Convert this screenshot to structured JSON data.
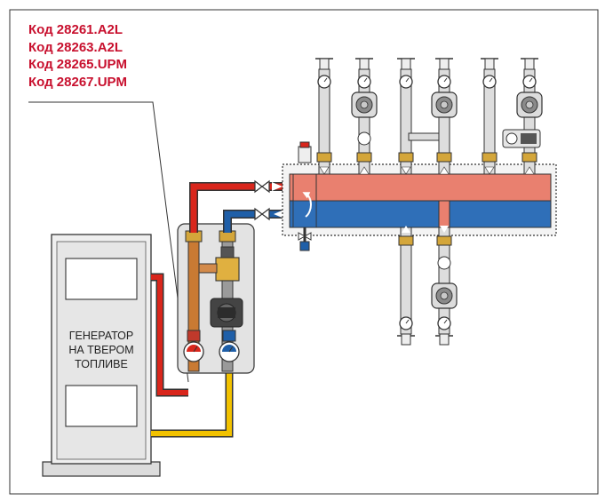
{
  "codes": [
    "Код 28261.A2L",
    "Код 28263.A2L",
    "Код 28265.UPM",
    "Код 28267.UPM"
  ],
  "generator": {
    "lines": [
      "ГЕНЕРАТОР",
      "НА ТВЕРОМ",
      "ТОПЛИВЕ"
    ]
  },
  "colors": {
    "code_text": "#c8102e",
    "supply_pipe": "#d9261c",
    "return_pipe": "#1f5fa8",
    "fill_pipe": "#f2c200",
    "collector_hot": "#e9806f",
    "collector_cold": "#2f6fb8",
    "flow_arrow": "#ffffff"
  },
  "icons": [
    "ball-valve-icon",
    "pump-icon",
    "thermometer-icon",
    "air-vent-icon",
    "drain-valve-icon",
    "three-way-valve-icon",
    "motorized-valve-icon"
  ]
}
